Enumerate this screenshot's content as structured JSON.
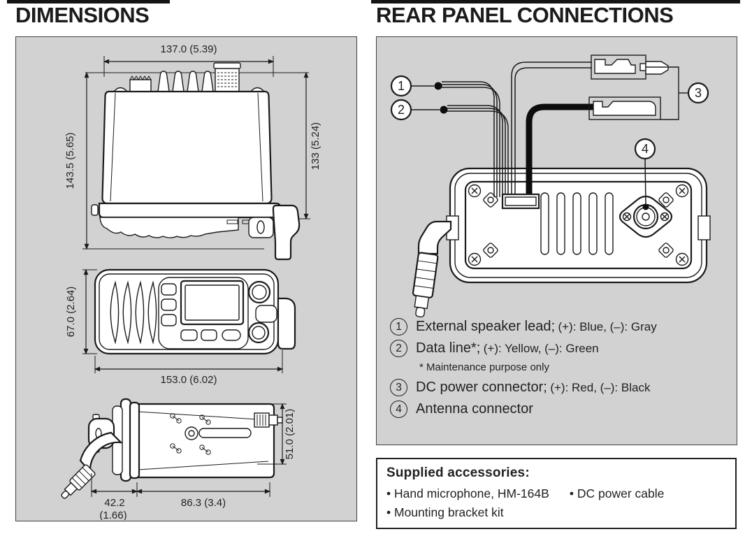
{
  "sections": {
    "dimensions": {
      "title": "DIMENSIONS"
    },
    "rear_panel": {
      "title": "REAR PANEL CONNECTIONS"
    }
  },
  "dims": {
    "rear_width": "137.0 (5.39)",
    "rear_h_left": "143.5 (5.65)",
    "rear_h_right": "133 (5.24)",
    "front_h": "67.0 (2.64)",
    "front_w": "153.0 (6.02)",
    "side_d1": "42.2",
    "side_d1_in": "(1.66)",
    "side_d2": "86.3 (3.4)",
    "side_h": "51.0 (2.01)"
  },
  "callouts": {
    "c1": "1",
    "c2": "2",
    "c3": "3",
    "c4": "4"
  },
  "legend": {
    "item1": {
      "num": "1",
      "label": "External speaker lead;",
      "detail": "(+): Blue, (–): Gray"
    },
    "item2": {
      "num": "2",
      "label": "Data line*;",
      "detail": "(+): Yellow, (–): Green"
    },
    "note": "* Maintenance purpose only",
    "item3": {
      "num": "3",
      "label": "DC power connector;",
      "detail": "(+): Red, (–): Black"
    },
    "item4": {
      "num": "4",
      "label": "Antenna connector",
      "detail": ""
    }
  },
  "accessories": {
    "title": "Supplied accessories:",
    "items": [
      "• Hand microphone, HM-164B",
      "• DC power cable",
      "• Mounting bracket kit"
    ]
  }
}
